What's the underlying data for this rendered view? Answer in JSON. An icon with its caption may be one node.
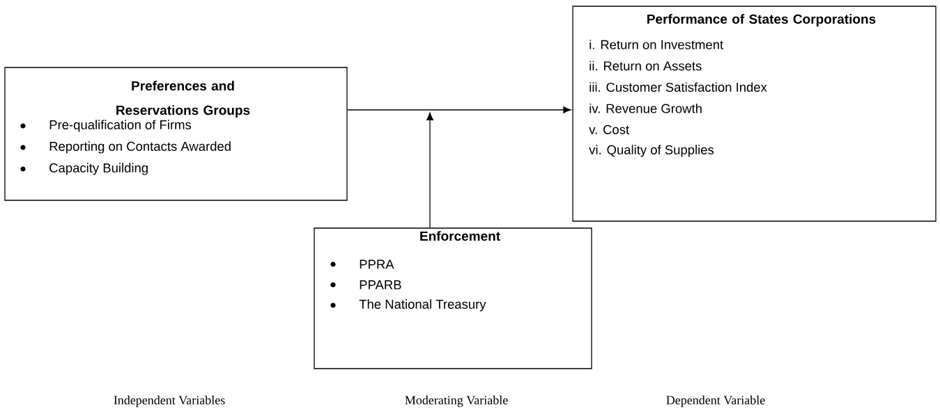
{
  "diagram": {
    "nodes": [
      {
        "text": [
          "Preferences and Reservations Groups",
          "Pre-qualification of Firms",
          "Reporting on Contacts Awarded",
          "Capacity Building"
        ]
      },
      {
        "text": [
          "Performance of States Corporations",
          "i. Return on Investment",
          "ii. Return on Assets",
          "iii. Customer Satisfaction Index",
          "iv. Revenue Growth",
          "v. Cost",
          "vi. Quality of Supplies"
        ]
      },
      {
        "text": [
          "Enforcement",
          "PPRA",
          "PPARB",
          "The National Treasury"
        ]
      }
    ],
    "edges": [
      {
        "from": 0,
        "to": 1,
        "arrow": "to"
      },
      {
        "from": 2,
        "to": null,
        "arrow": "to"
      }
    ],
    "labels": [
      "Independent Variables",
      "Moderating Variable",
      "Dependent Variable"
    ]
  }
}
